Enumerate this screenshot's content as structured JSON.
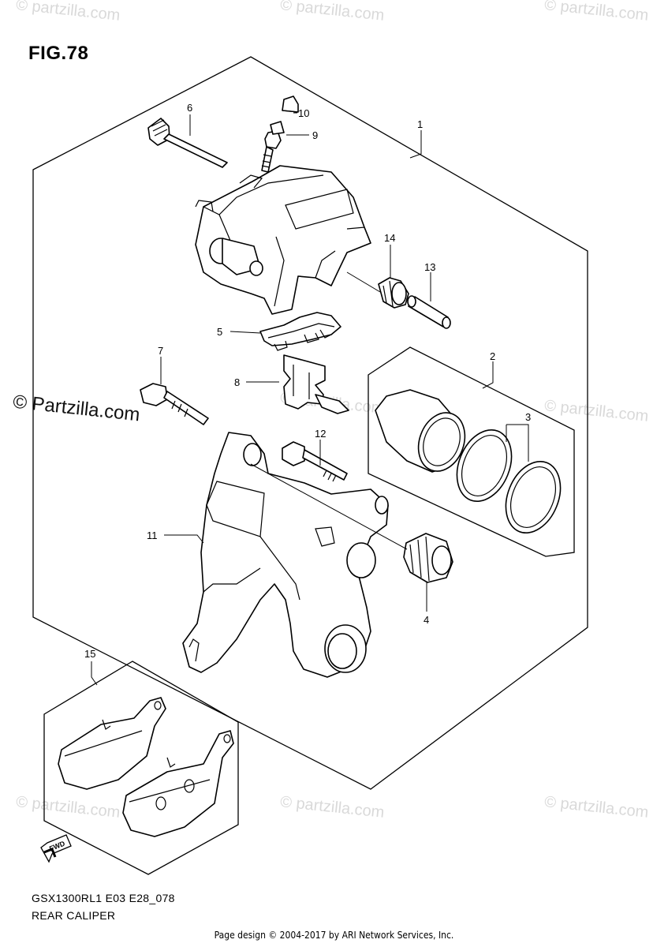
{
  "figure_title": "FIG.78",
  "watermark": {
    "text": "© Partzilla.com",
    "lower": "© partzilla.com"
  },
  "callouts": [
    {
      "id": "1",
      "label": "1"
    },
    {
      "id": "2",
      "label": "2"
    },
    {
      "id": "3",
      "label": "3"
    },
    {
      "id": "4",
      "label": "4"
    },
    {
      "id": "5",
      "label": "5"
    },
    {
      "id": "6",
      "label": "6"
    },
    {
      "id": "7",
      "label": "7"
    },
    {
      "id": "8",
      "label": "8"
    },
    {
      "id": "9",
      "label": "9"
    },
    {
      "id": "10",
      "label": "10"
    },
    {
      "id": "11",
      "label": "11"
    },
    {
      "id": "12",
      "label": "12"
    },
    {
      "id": "13",
      "label": "13"
    },
    {
      "id": "14",
      "label": "14"
    },
    {
      "id": "15",
      "label": "15"
    }
  ],
  "fwd_label": "FWD",
  "model_code": "GSX1300RL1 E03 E28_078",
  "caption": "REAR CALIPER",
  "footer": "Page design © 2004-2017 by ARI Network Services, Inc."
}
